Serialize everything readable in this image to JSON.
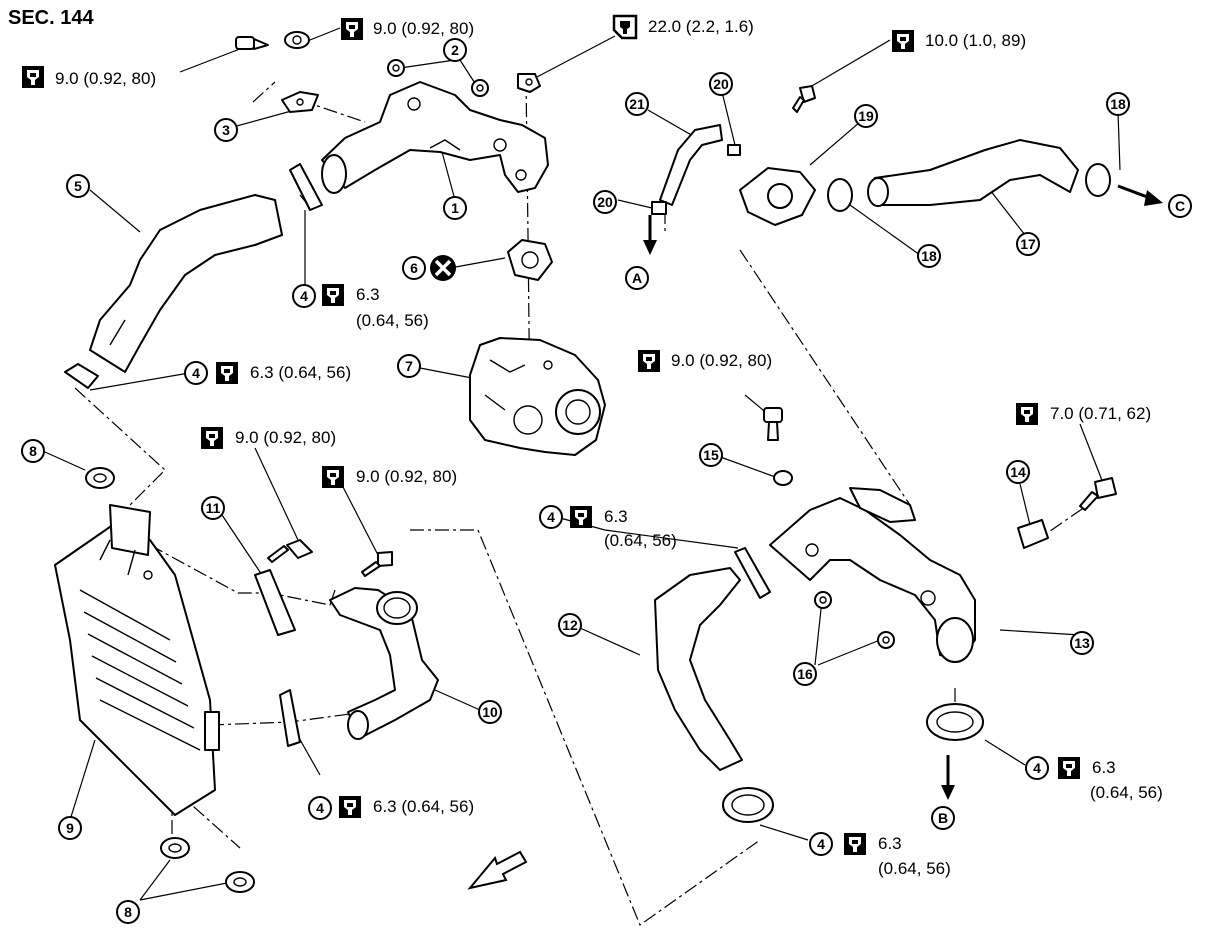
{
  "section": "SEC. 144",
  "callouts": {
    "c1": "1",
    "c2": "2",
    "c3": "3",
    "c4": "4",
    "c5": "5",
    "c6": "6",
    "c7": "7",
    "c8": "8",
    "c9": "9",
    "c10": "10",
    "c11": "11",
    "c12": "12",
    "c13": "13",
    "c14": "14",
    "c15": "15",
    "c16": "16",
    "c17": "17",
    "c18": "18",
    "c19": "19",
    "c20": "20",
    "c21": "21"
  },
  "reference_marks": {
    "A": "A",
    "B": "B",
    "C": "C"
  },
  "torques": {
    "t_9_0": "9.0 (0.92, 80)",
    "t_22_0": "22.0 (2.2, 1.6)",
    "t_10_0": "10.0 (1.0, 89)",
    "t_7_0": "7.0 (0.71, 62)",
    "t_6_3_full": "6.3 (0.64, 56)",
    "t_6_3": "6.3",
    "t_6_3_paren": "(0.64, 56)"
  },
  "icons": {
    "torque_wrench": "torque-wrench-icon",
    "torque_wrench_angled": "torque-wrench-angled-icon",
    "do_not_reuse": "do-not-reuse-icon",
    "front_arrow": "front-direction-arrow-icon"
  },
  "colors": {
    "ink": "#000000",
    "paper": "#ffffff"
  }
}
